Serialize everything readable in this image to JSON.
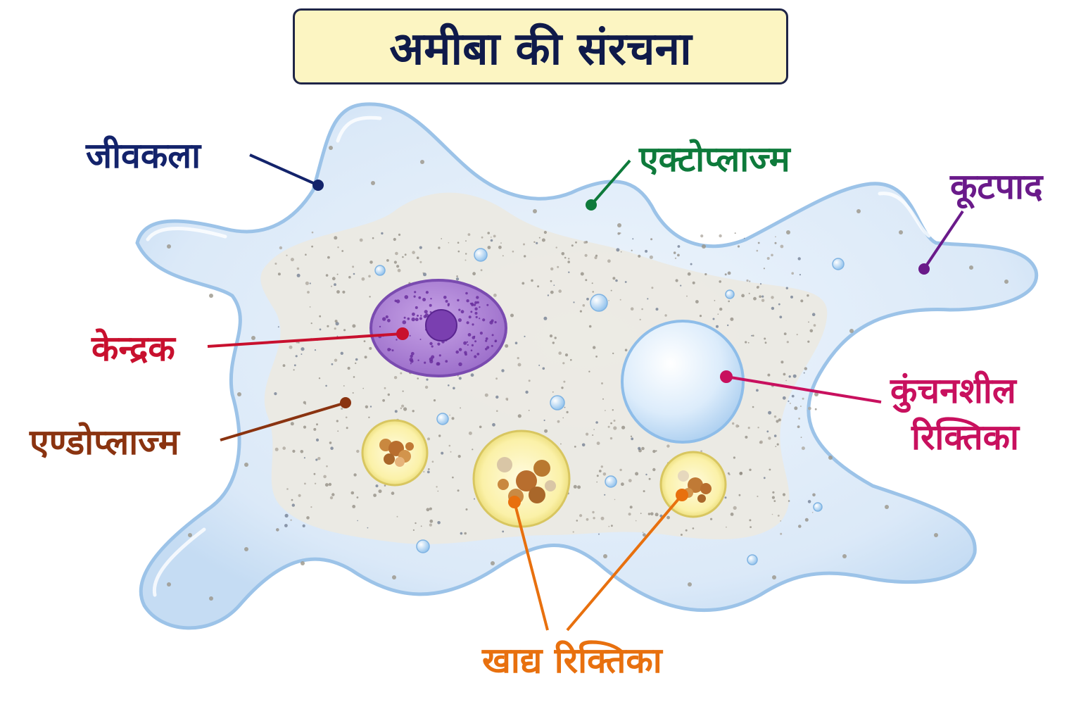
{
  "title": "अमीबा की संरचना",
  "labels": {
    "membrane": "जीवकला",
    "ectoplasm": "एक्टोप्लाज्म",
    "pseudopod": "कूटपाद",
    "nucleus": "केन्द्रक",
    "contractile_vacuole_line1": "कुंचनशील",
    "contractile_vacuole_line2": "रिक्तिका",
    "endoplasm": "एण्डोप्लाज्म",
    "food_vacuole": "खाद्य रिक्तिका"
  },
  "colors": {
    "membrane": "#13236b",
    "ectoplasm": "#0e7a3b",
    "pseudopod": "#6a1a8a",
    "nucleus": "#c8102e",
    "contractile_vacuole": "#c8105e",
    "endoplasm": "#8a3310",
    "food_vacuole": "#e8700e"
  }
}
